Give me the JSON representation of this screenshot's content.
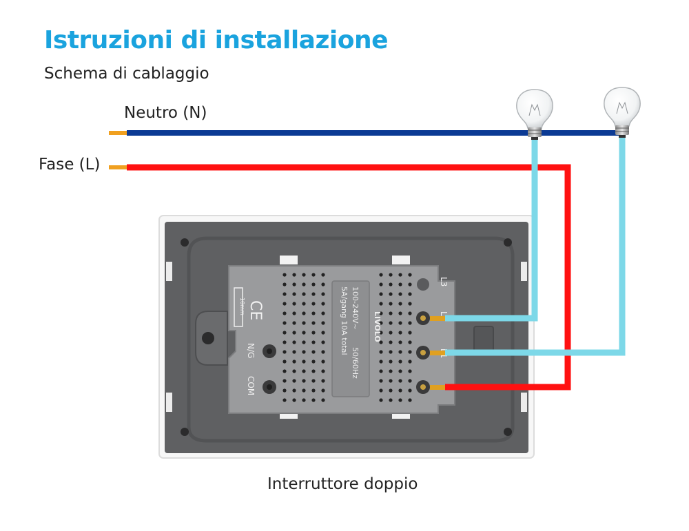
{
  "header": {
    "title": "Istruzioni di installazione",
    "subtitle": "Schema di cablaggio"
  },
  "wires": {
    "neutral_label": "Neutro (N)",
    "phase_label": "Fase (L)",
    "neutral_color": "#0b3a94",
    "phase_color": "#ff1111",
    "load_color": "#7dd8e8",
    "lead_color": "#f0a020"
  },
  "switch": {
    "caption": "Interruttore doppio",
    "brand": "LIVOLO",
    "ce_mark": "CE",
    "terminals": {
      "l3": "L3",
      "l2": "L2",
      "l1": "L1",
      "ng": "N/G",
      "com": "COM"
    },
    "ratings": {
      "voltage": "100-240V~",
      "frequency": "50/60Hz",
      "current": "5A/gang 10A total"
    },
    "strip_gauge": "10mm"
  },
  "icons": {
    "bulb": "light-bulb-icon"
  }
}
